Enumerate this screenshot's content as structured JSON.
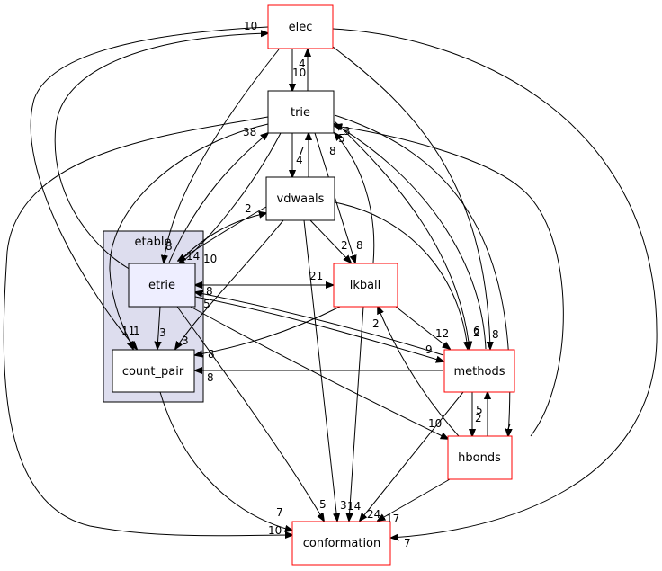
{
  "cluster": {
    "label": "etable"
  },
  "nodes": {
    "elec": "elec",
    "trie": "trie",
    "vdwaals": "vdwaals",
    "etrie": "etrie",
    "lkball": "lkball",
    "count_pair": "count_pair",
    "methods": "methods",
    "hbonds": "hbonds",
    "conformation": "conformation"
  },
  "labels": {
    "elec_trie_4": "4",
    "elec_trie_10": "10",
    "etrie_elec_10": "10",
    "trie_etrie_38": "38",
    "trie_vdwaals_7": "7",
    "trie_vdwaals_4": "4",
    "hb_trie_3": "3",
    "lk_trie_5": "5",
    "lk_trie_8": "8",
    "vdw_etrie_2": "2",
    "etrie_vdw_14": "14",
    "etrie_vdw_10": "10",
    "trie_etrie_8": "8",
    "vdw_lk_2": "2",
    "trie_lk_8": "8",
    "etrie_lk_21": "21",
    "lk_etrie_8": "8",
    "vdw_cp_5": "5",
    "etrie_cp_3": "3",
    "elec_cp_11": "11",
    "trie_cp_1": "1",
    "lk_cp_8": "8",
    "lk_m_12": "12",
    "lk_c_2": "2",
    "methods_etrie_9": "9",
    "m_6": "6",
    "m_2": "2",
    "m_8": "8",
    "m_cp_8": "8",
    "vdw_cp_3": "3",
    "etrie_hb_10": "10",
    "m_hb_5": "5",
    "m_hb_2": "2",
    "hb_7": "7",
    "conf_7": "7",
    "conf_10": "10",
    "conf_5": "5",
    "conf_3": "3",
    "conf_14": "14",
    "conf_24": "24",
    "conf_17": "17",
    "conf_7b": "7"
  }
}
